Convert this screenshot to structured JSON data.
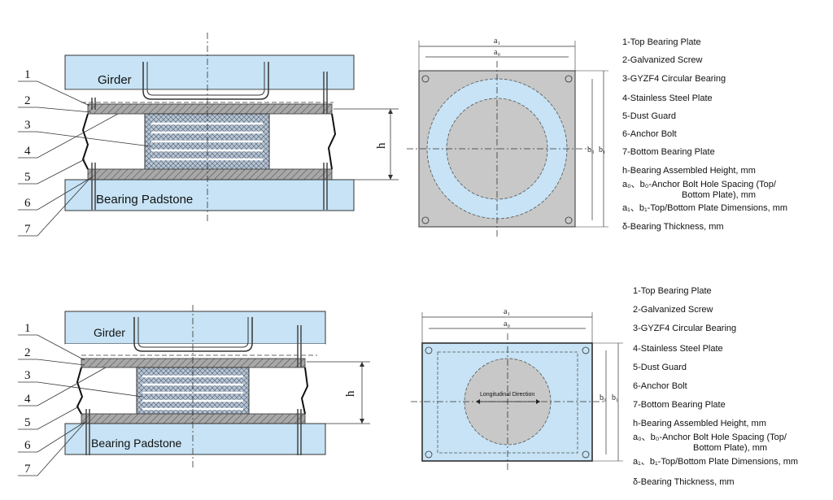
{
  "colors": {
    "concrete_blue": "#c7e3f5",
    "steel_grey": "#9e9e9e",
    "plate_grey": "#c8c8c8",
    "line": "#222222"
  },
  "top_section": {
    "girder_label": "Girder",
    "padstone_label": "Bearing Padstone",
    "callouts": [
      "1",
      "2",
      "3",
      "4",
      "5",
      "6",
      "7"
    ],
    "h_label": "h"
  },
  "top_plan": {
    "dim_a1": "a₁",
    "dim_a0": "a₀",
    "dim_b1": "b₁",
    "dim_b0": "b₀"
  },
  "bottom_section": {
    "girder_label": "Girder",
    "padstone_label": "Bearing Padstone",
    "callouts": [
      "1",
      "2",
      "3",
      "4",
      "5",
      "6",
      "7"
    ],
    "h_label": "h"
  },
  "bottom_plan": {
    "dim_a1": "a₁",
    "dim_a0": "a₀",
    "dim_b1": "b₁",
    "dim_b0": "b₀",
    "direction_label": "Longitudinal Direction"
  },
  "legend_top": [
    {
      "code": "1-",
      "text": "Top Bearing Plate"
    },
    {
      "code": "2-",
      "text": "Galvanized Screw"
    },
    {
      "code": "3-",
      "text": "GYZF4 Circular Bearing"
    },
    {
      "code": "4-",
      "text": "Stainless Steel Plate"
    },
    {
      "code": "5-",
      "text": "Dust Guard"
    },
    {
      "code": "6-",
      "text": "Anchor Bolt"
    },
    {
      "code": "7-",
      "text": "Bottom Bearing Plate"
    },
    {
      "code": "h-",
      "text": "Bearing Assembled Height, mm"
    },
    {
      "code": "a₀、b₀-",
      "text": "Anchor Bolt Hole Spacing (Top/",
      "text2": "Bottom Plate), mm"
    },
    {
      "code": "a₁、b₁-",
      "text": "Top/Bottom Plate Dimensions, mm"
    },
    {
      "code": "δ-",
      "text": "Bearing Thickness, mm"
    }
  ],
  "legend_bottom": [
    {
      "code": "1-",
      "text": "Top Bearing Plate"
    },
    {
      "code": "2-",
      "text": "Galvanized Screw"
    },
    {
      "code": "3-",
      "text": "GYZF4 Circular Bearing"
    },
    {
      "code": "4-",
      "text": "Stainless Steel Plate"
    },
    {
      "code": "5-",
      "text": "Dust Guard"
    },
    {
      "code": "6-",
      "text": "Anchor Bolt"
    },
    {
      "code": "7-",
      "text": "Bottom Bearing Plate"
    },
    {
      "code": "h-",
      "text": "Bearing Assembled Height, mm"
    },
    {
      "code": "a₀、b₀-",
      "text": "Anchor Bolt Hole Spacing (Top/",
      "text2": "Bottom Plate), mm"
    },
    {
      "code": "a₁、b₁-",
      "text": "Top/Bottom Plate Dimensions, mm"
    },
    {
      "code": "δ-",
      "text": "Bearing Thickness, mm"
    }
  ]
}
